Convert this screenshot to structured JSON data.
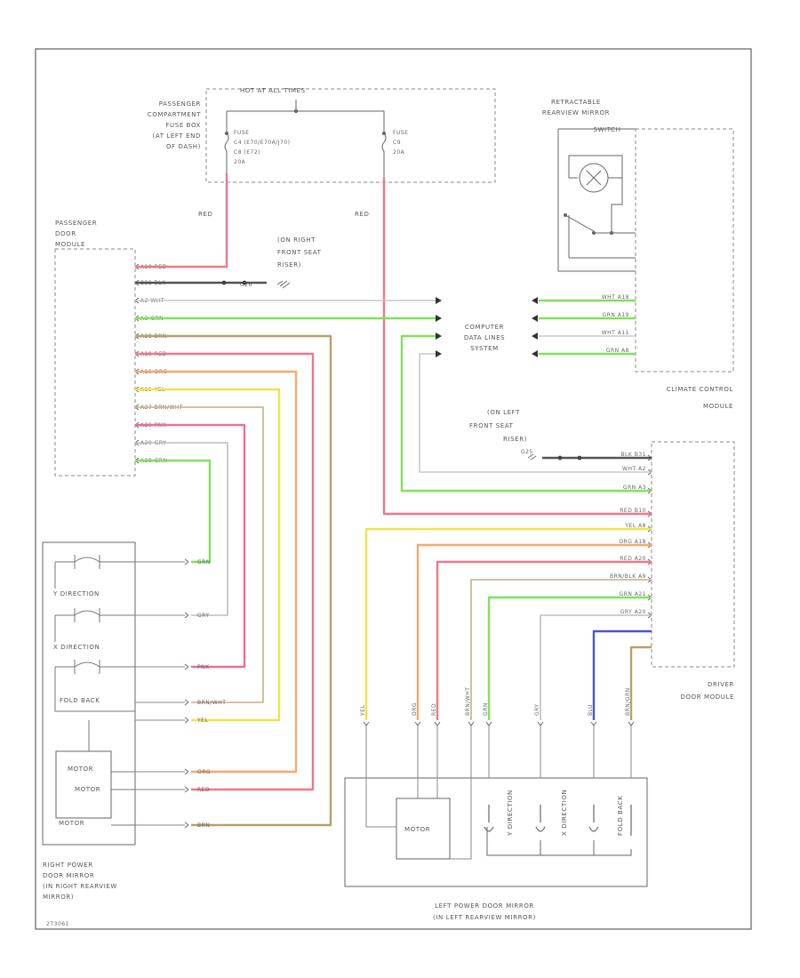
{
  "fuse_block": {
    "header": "HOT AT ALL TIMES",
    "box_label": [
      "PASSENGER",
      "COMPARTMENT",
      "FUSE BOX",
      "(AT LEFT END",
      "OF DASH)"
    ],
    "fuse_left": [
      "FUSE",
      "C4 (E70/E70A/J70)",
      "C8 (E72)",
      "20A"
    ],
    "fuse_right": [
      "FUSE",
      "C9",
      "20A"
    ]
  },
  "wire_red_left": "RED",
  "wire_red_center": "RED",
  "retractable_switch": [
    "RETRACTABLE",
    "REARVIEW MIRROR",
    "SWITCH"
  ],
  "passenger_door_module": [
    "PASSENGER",
    "DOOR",
    "MODULE"
  ],
  "right_ground": [
    "(ON RIGHT",
    "FRONT SEAT",
    "RISER)"
  ],
  "ground_id": "G26",
  "passenger_pins": [
    "A10 RED",
    "B31 BLK",
    "A2 WHT",
    "A3 GRN",
    "A28 BRN",
    "A19 RED",
    "A16 ORG",
    "A15 YEL",
    "A27 BRN/WHT",
    "A26 PNK",
    "A20 GRY",
    "A28 GRN"
  ],
  "computer_data_lines": [
    "COMPUTER",
    "DATA LINES",
    "SYSTEM"
  ],
  "climate_pins": [
    "WHT A18",
    "GRN A19",
    "WHT A11",
    "GRN A8"
  ],
  "climate_module": [
    "CLIMATE CONTROL",
    "MODULE"
  ],
  "left_ground": [
    "(ON LEFT",
    "FRONT SEAT",
    "RISER)"
  ],
  "left_ground_id": "G25",
  "driver_pins": [
    "BLK B31",
    "WHT A2",
    "GRN A3",
    "RED B10",
    "YEL A8",
    "ORG A18",
    "RED A20",
    "BRN/BLK A9",
    "GRN A21",
    "GRY A20"
  ],
  "driver_module": [
    "DRIVER",
    "DOOR MODULE"
  ],
  "right_mirror_labels": [
    "Y DIRECTION",
    "X DIRECTION",
    "FOLD BACK"
  ],
  "right_mirror_motor": [
    "MOTOR",
    "MOTOR",
    "MOTOR"
  ],
  "right_mirror_wires": [
    "GRN",
    "GRY",
    "PNK",
    "BRN/WHT",
    "YEL",
    "ORG",
    "RED",
    "BRN"
  ],
  "right_mirror_caption": [
    "RIGHT POWER",
    "DOOR MIRROR",
    "(IN RIGHT REARVIEW",
    "MIRROR)"
  ],
  "left_mirror_wires": [
    "YEL",
    "ORG",
    "RED",
    "BRN/WHT",
    "GRN",
    "GRY",
    "BLU",
    "BRN/GRN"
  ],
  "left_mirror_parts": [
    "Y DIRECTION",
    "X DIRECTION",
    "FOLD BACK"
  ],
  "left_mirror_caption": [
    "LEFT POWER DOOR MIRROR",
    "(IN LEFT REARVIEW MIRROR)"
  ],
  "footer_code": "273061"
}
